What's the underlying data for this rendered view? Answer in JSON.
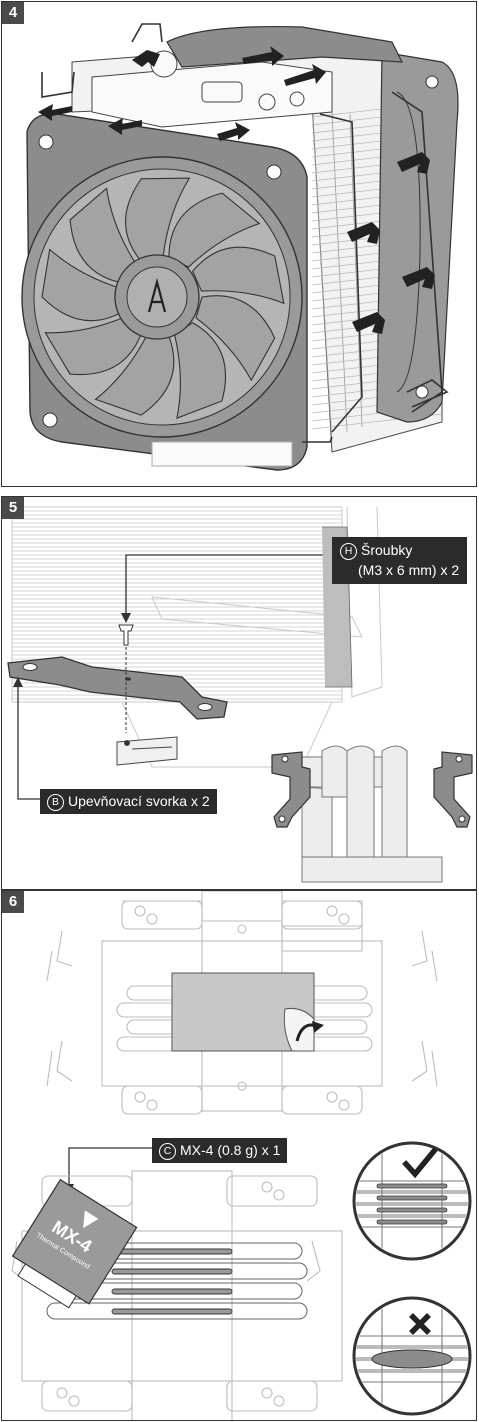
{
  "steps": [
    {
      "number": "4"
    },
    {
      "number": "5",
      "labels": {
        "screws_letter": "H",
        "screws_line1": "Šroubky",
        "screws_line2": "(M3 x 6 mm) x 2",
        "bracket_letter": "B",
        "bracket_text": "Upevňovací svorka x 2"
      }
    },
    {
      "number": "6",
      "labels": {
        "paste_letter": "C",
        "paste_text": "MX-4 (0.8 g) x 1",
        "tube_brand": "MX-4",
        "tube_sub": "Thermal Compound"
      }
    }
  ],
  "indicators": {
    "correct_icon": "checkmark-icon",
    "wrong_icon": "cross-icon"
  },
  "colors": {
    "fan_gray": "#9a9a9a",
    "frame_gray": "#8c8c8c",
    "label_bg": "#2b2b2b",
    "line": "#333333",
    "light_line": "#bdbdbd"
  }
}
